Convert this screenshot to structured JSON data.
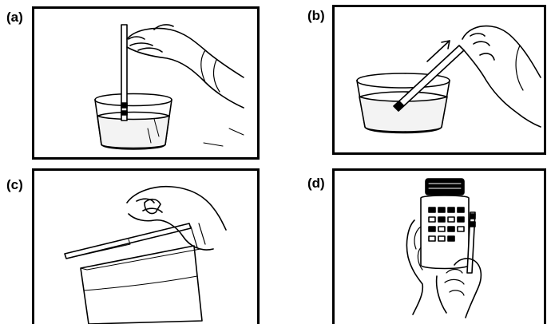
{
  "panels": [
    {
      "id": "a",
      "label": "(a)",
      "illustration": "dipping-test-strip-into-urine-cup"
    },
    {
      "id": "b",
      "label": "(b)",
      "illustration": "withdrawing-test-strip-from-cup"
    },
    {
      "id": "c",
      "label": "(c)",
      "illustration": "blotting-strip-on-paper-towel"
    },
    {
      "id": "d",
      "label": "(d)",
      "illustration": "comparing-strip-to-bottle-color-chart"
    }
  ],
  "colors": {
    "ink": "#000000",
    "paper": "#ffffff",
    "liquid_tint": "#f3f3f3"
  }
}
